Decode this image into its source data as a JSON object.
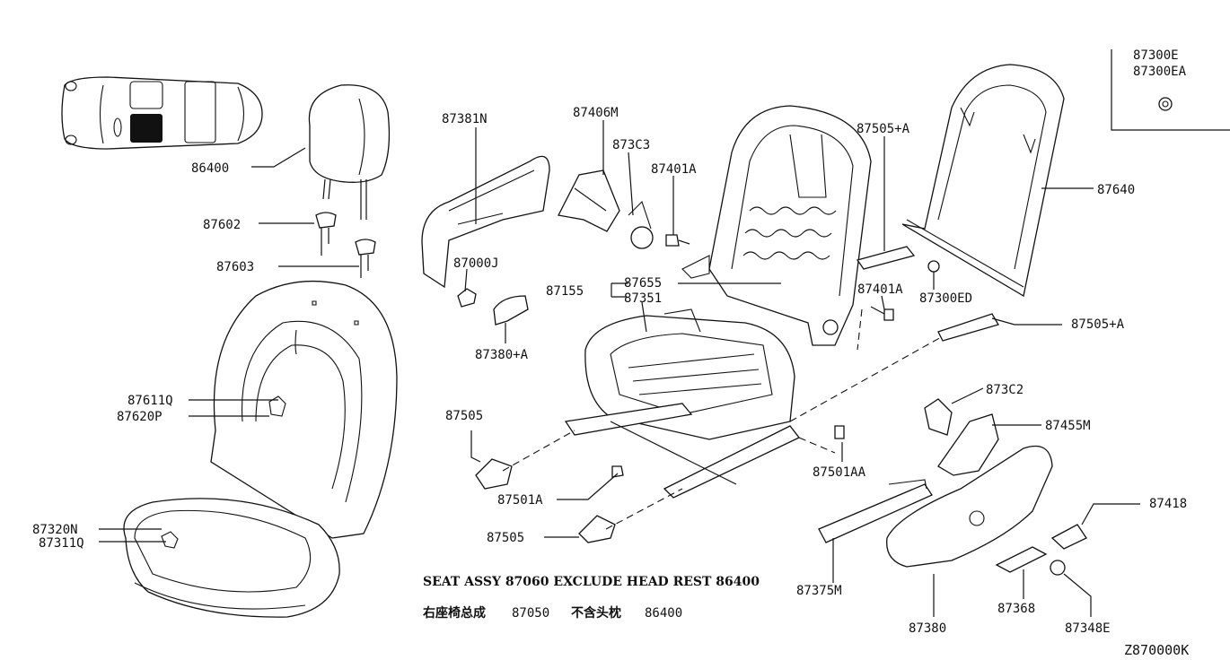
{
  "labels": {
    "l86400": "86400",
    "l87602": "87602",
    "l87603": "87603",
    "l87381N": "87381N",
    "l87000J": "87000J",
    "l87380A": "87380+A",
    "l87406M": "87406M",
    "l873C3": "873C3",
    "l87401A_top": "87401A",
    "l87655": "87655",
    "l87155": "87155",
    "l87351": "87351",
    "l87505A_top": "87505+A",
    "l87401A_mid": "87401A",
    "l87300ED": "87300ED",
    "l87640": "87640",
    "l87300E": "87300E",
    "l87300EA": "87300EA",
    "l87505A_right": "87505+A",
    "l873C2": "873C2",
    "l87455M": "87455M",
    "l87418": "87418",
    "l87611Q": "87611Q",
    "l87620P": "87620P",
    "l87320N": "87320N",
    "l87311Q": "87311Q",
    "l87505_upper": "87505",
    "l87501A": "87501A",
    "l87505_lower": "87505",
    "l87501AA": "87501AA",
    "l87375M": "87375M",
    "l87380": "87380",
    "l87368": "87368",
    "l87348E": "87348E"
  },
  "notes": {
    "seat_assy_en": "SEAT ASSY 87060 EXCLUDE HEAD REST 86400",
    "seat_assy_cn": "右座椅总成",
    "seat_assy_cn_num1": "87050",
    "seat_assy_cn_excl": "不含头枕",
    "seat_assy_cn_num2": "86400"
  },
  "diagram_code": "Z870000K",
  "colors": {
    "ink": "#111111",
    "paper": "#ffffff"
  }
}
